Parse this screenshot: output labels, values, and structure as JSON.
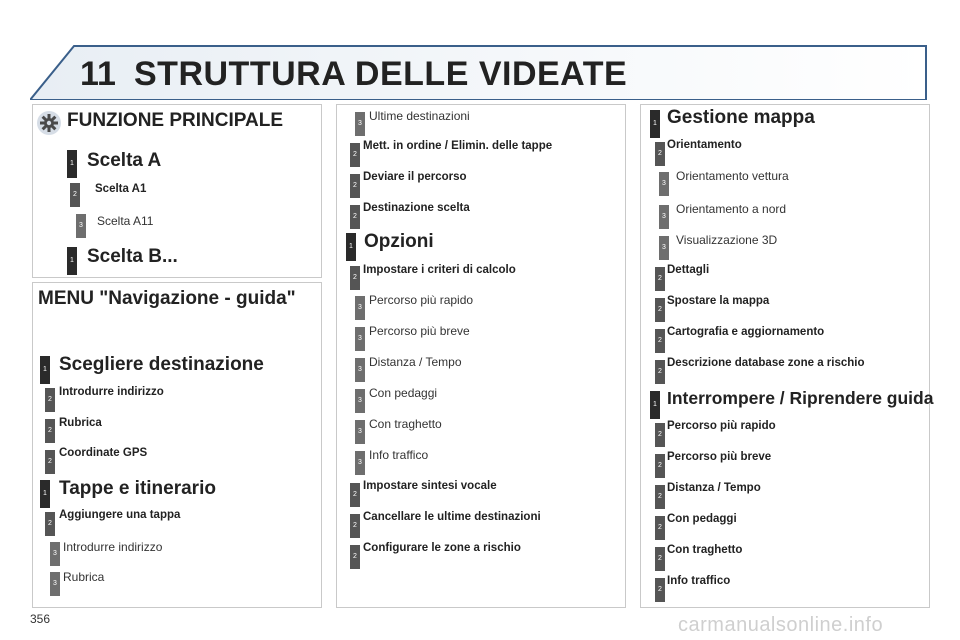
{
  "header": {
    "chapter": "11",
    "title": "STRUTTURA DELLE VIDEATE"
  },
  "page_number": "356",
  "watermark": "carmanualsonline.info",
  "legend": {
    "title": "FUNZIONE PRINCIPALE",
    "items": [
      {
        "level": "1",
        "text": "Scelta A"
      },
      {
        "level": "2",
        "text": "Scelta A1"
      },
      {
        "level": "3",
        "text": "Scelta A11"
      },
      {
        "level": "1",
        "text": "Scelta B..."
      }
    ]
  },
  "menu": {
    "title": "MENU \"Navigazione - guida\"",
    "items": [
      {
        "level": "1",
        "text": "Scegliere destinazione"
      },
      {
        "level": "2",
        "text": "Introdurre indirizzo"
      },
      {
        "level": "2",
        "text": "Rubrica"
      },
      {
        "level": "2",
        "text": "Coordinate GPS"
      },
      {
        "level": "1",
        "text": "Tappe e itinerario"
      },
      {
        "level": "2",
        "text": "Aggiungere una tappa"
      },
      {
        "level": "3",
        "text": "Introdurre indirizzo"
      },
      {
        "level": "3",
        "text": "Rubrica"
      }
    ]
  },
  "middle": {
    "items": [
      {
        "level": "3",
        "text": "Ultime destinazioni"
      },
      {
        "level": "2",
        "text": "Mett. in ordine / Elimin. delle tappe"
      },
      {
        "level": "2",
        "text": "Deviare il percorso"
      },
      {
        "level": "2",
        "text": "Destinazione scelta"
      },
      {
        "level": "1",
        "text": "Opzioni"
      },
      {
        "level": "2",
        "text": "Impostare i criteri di calcolo"
      },
      {
        "level": "3",
        "text": "Percorso più rapido"
      },
      {
        "level": "3",
        "text": "Percorso più breve"
      },
      {
        "level": "3",
        "text": "Distanza / Tempo"
      },
      {
        "level": "3",
        "text": "Con pedaggi"
      },
      {
        "level": "3",
        "text": "Con traghetto"
      },
      {
        "level": "3",
        "text": "Info traffico"
      },
      {
        "level": "2",
        "text": "Impostare sintesi vocale"
      },
      {
        "level": "2",
        "text": "Cancellare le ultime destinazioni"
      },
      {
        "level": "2",
        "text": "Configurare le zone a rischio"
      }
    ]
  },
  "right": {
    "items": [
      {
        "level": "1",
        "text": "Gestione mappa"
      },
      {
        "level": "2",
        "text": "Orientamento"
      },
      {
        "level": "3",
        "text": "Orientamento vettura"
      },
      {
        "level": "3",
        "text": "Orientamento a nord"
      },
      {
        "level": "3",
        "text": "Visualizzazione 3D"
      },
      {
        "level": "2",
        "text": "Dettagli"
      },
      {
        "level": "2",
        "text": "Spostare la mappa"
      },
      {
        "level": "2",
        "text": "Cartografia e aggiornamento"
      },
      {
        "level": "2",
        "text": "Descrizione database zone a rischio"
      },
      {
        "level": "1",
        "text": "Interrompere / Riprendere guida"
      },
      {
        "level": "2",
        "text": "Percorso più rapido"
      },
      {
        "level": "2",
        "text": "Percorso più breve"
      },
      {
        "level": "2",
        "text": "Distanza / Tempo"
      },
      {
        "level": "2",
        "text": "Con pedaggi"
      },
      {
        "level": "2",
        "text": "Con traghetto"
      },
      {
        "level": "2",
        "text": "Info traffico"
      }
    ]
  }
}
